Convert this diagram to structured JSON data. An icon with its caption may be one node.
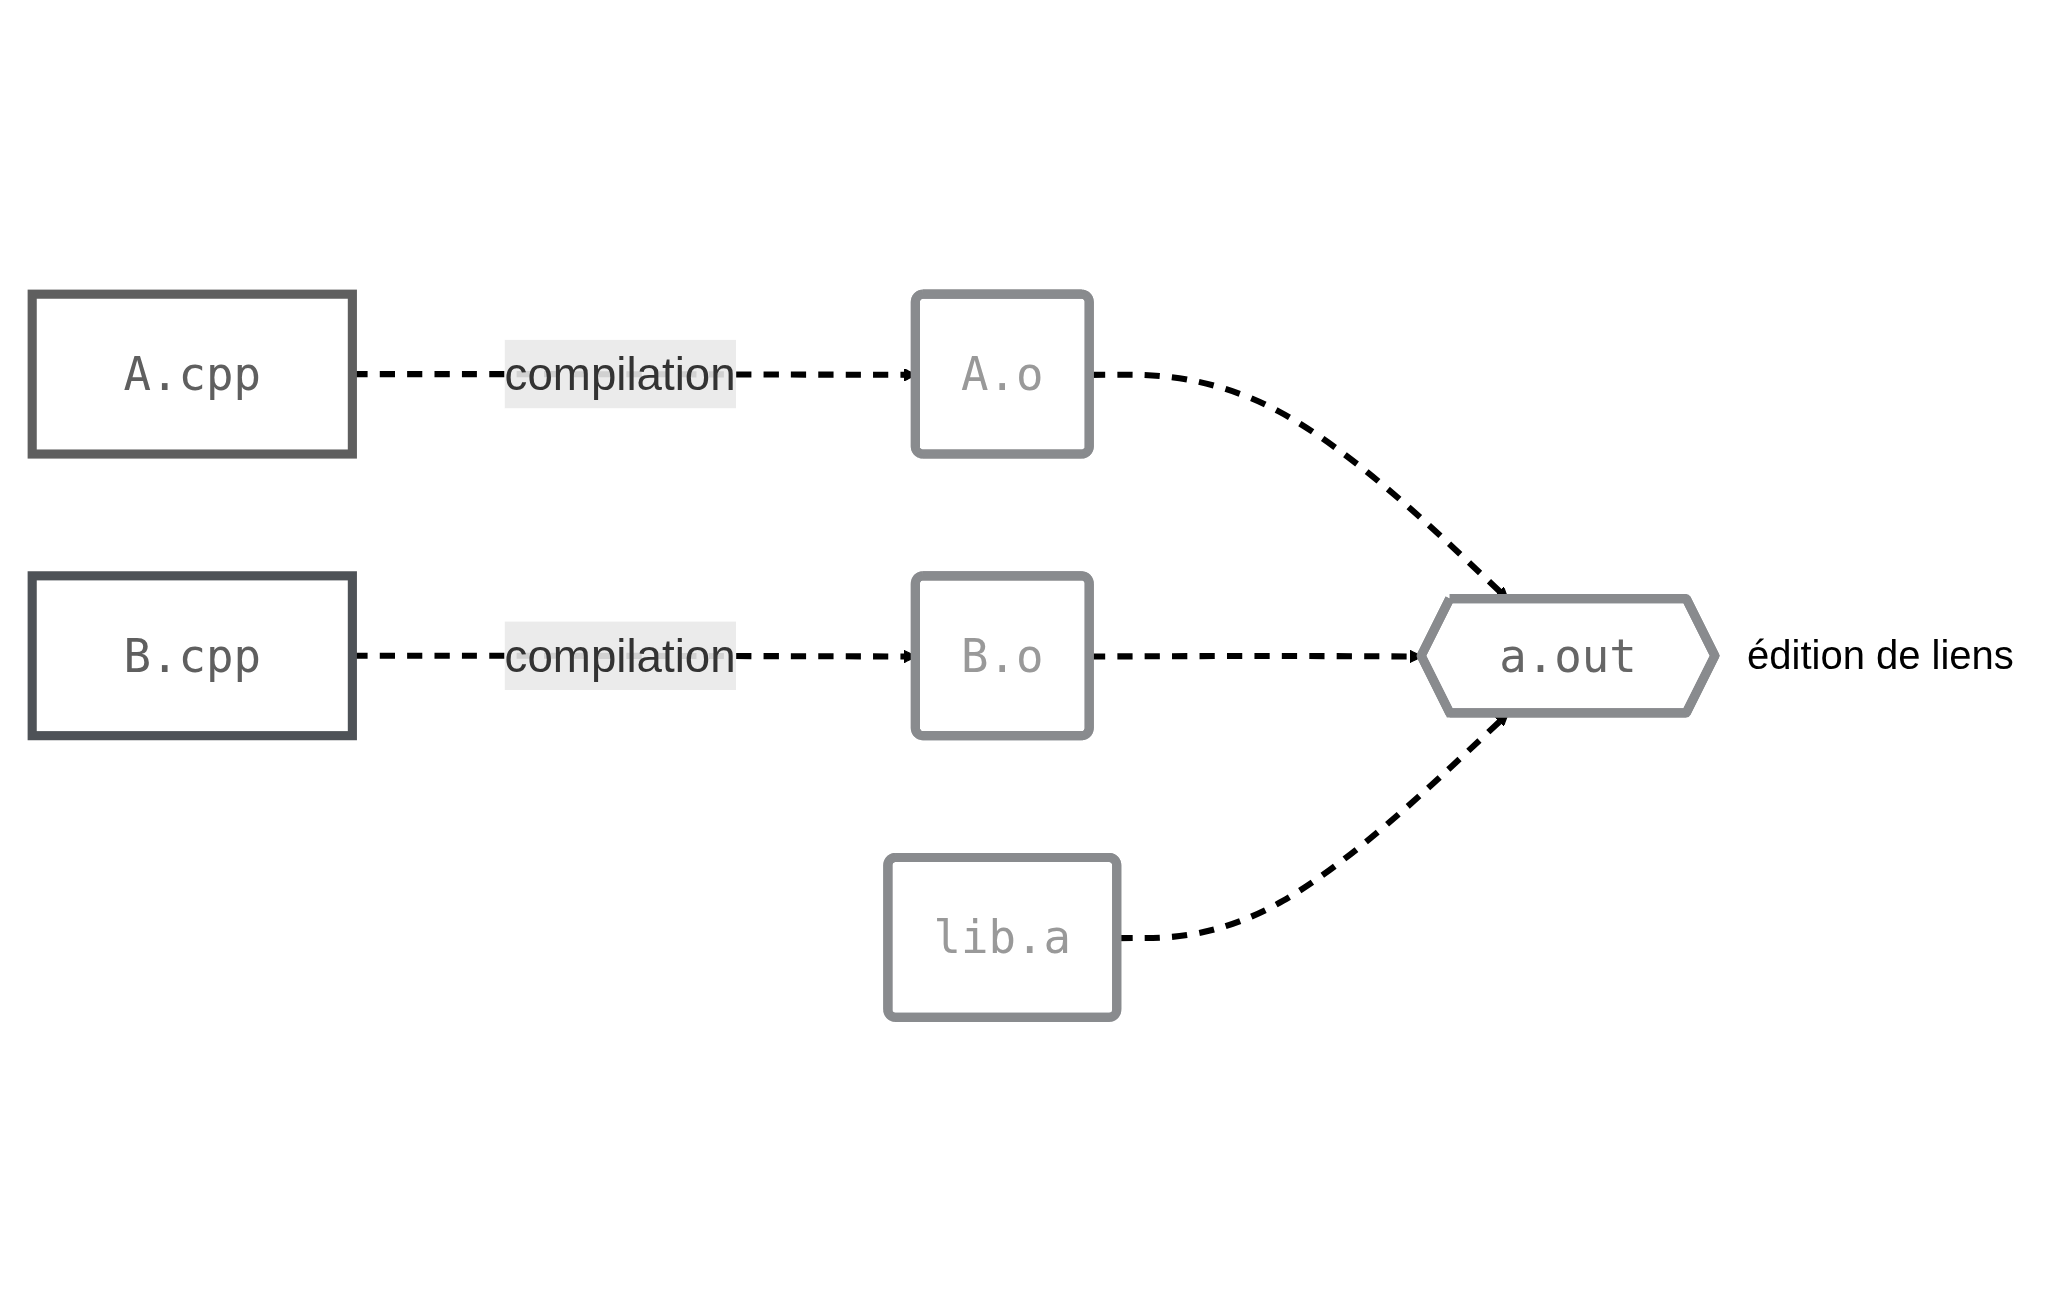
{
  "diagram": {
    "nodes": [
      {
        "text": [
          "A.cpp"
        ]
      },
      {
        "text": [
          "A.o"
        ]
      },
      {
        "text": [
          "B.cpp"
        ]
      },
      {
        "text": [
          "B.o"
        ]
      },
      {
        "text": [
          "lib.a"
        ]
      },
      {
        "text": [
          "a.out"
        ]
      }
    ],
    "edges": [
      {
        "from": 0,
        "to": 1,
        "arrow": "to",
        "label": "compilation",
        "style": "dashed"
      },
      {
        "from": 2,
        "to": 3,
        "arrow": "to",
        "label": "compilation",
        "style": "dashed"
      },
      {
        "from": 1,
        "to": 5,
        "arrow": "to",
        "style": "dashed"
      },
      {
        "from": 3,
        "to": 5,
        "arrow": "to",
        "style": "dashed"
      },
      {
        "from": 4,
        "to": 5,
        "arrow": "to",
        "style": "dashed"
      }
    ],
    "labels": [
      "édition de liens"
    ]
  }
}
